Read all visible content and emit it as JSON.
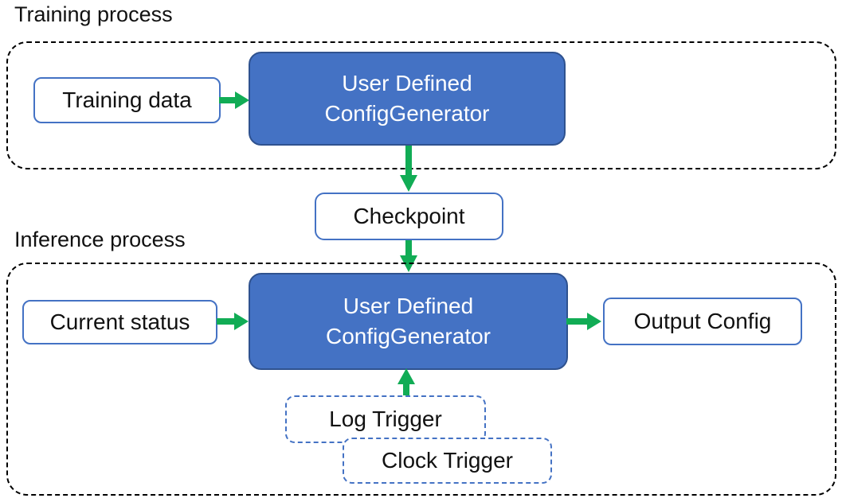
{
  "diagram": {
    "labels": {
      "training_process": "Training process",
      "inference_process": "Inference process"
    },
    "boxes": {
      "training_data": "Training data",
      "generator_line1": "User Defined",
      "generator_line2": "ConfigGenerator",
      "checkpoint": "Checkpoint",
      "current_status": "Current status",
      "output_config": "Output Config",
      "log_trigger": "Log Trigger",
      "clock_trigger": "Clock Trigger"
    },
    "colors": {
      "generator_fill": "#4472C4",
      "generator_border": "#2F528F",
      "box_border": "#4472C4",
      "trigger_border": "#4472C4",
      "arrow_green": "#11AC55",
      "container_border": "#000000",
      "text_color": "#111111"
    }
  }
}
